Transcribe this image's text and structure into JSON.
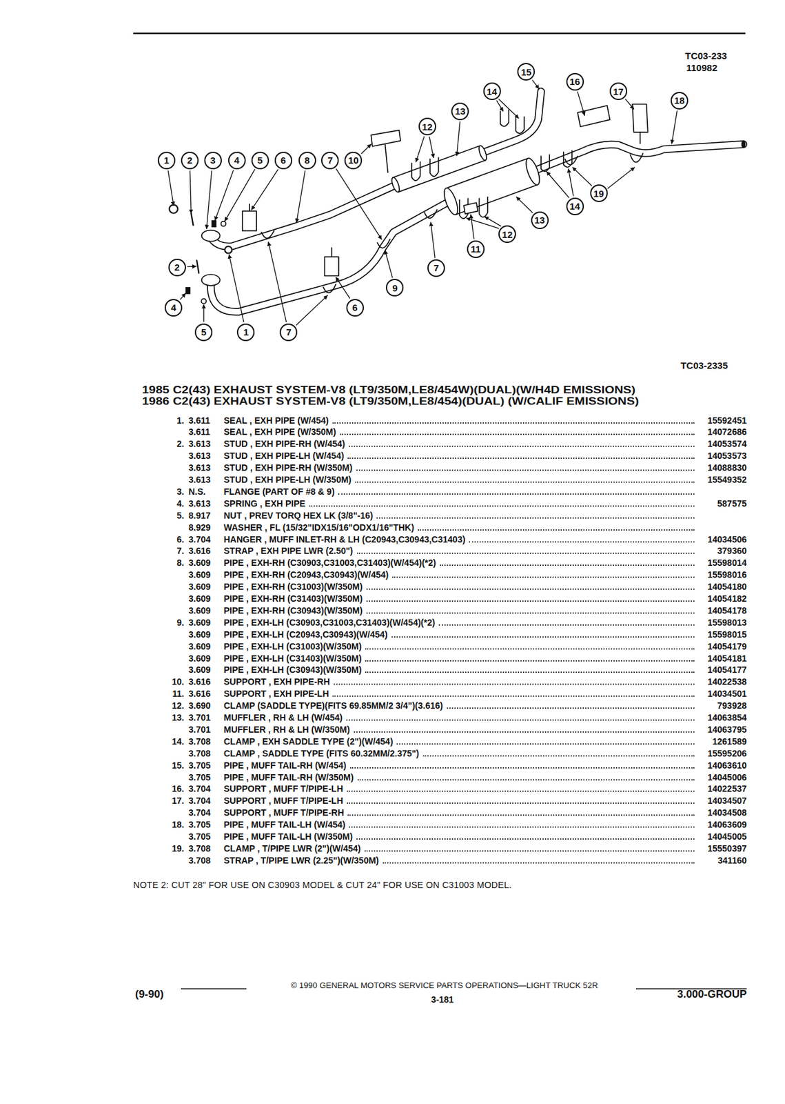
{
  "diagram": {
    "title": "1985 C2(43) EXHAUST SYSTEM-V8 (LT9/350M,LE8/454W)(DUAL)(W/H4D EMISSIONS)",
    "nodes": [
      {
        "text": [
          "15"
        ]
      },
      {
        "text": [
          "16"
        ]
      },
      {
        "text": [
          "14"
        ]
      },
      {
        "text": [
          "17"
        ]
      },
      {
        "text": [
          "18"
        ]
      },
      {
        "text": [
          "13"
        ]
      },
      {
        "text": [
          "12"
        ]
      },
      {
        "text": [
          "1"
        ]
      },
      {
        "text": [
          "2"
        ]
      },
      {
        "text": [
          "3"
        ]
      },
      {
        "text": [
          "4"
        ]
      },
      {
        "text": [
          "5"
        ]
      },
      {
        "text": [
          "6"
        ]
      },
      {
        "text": [
          "8"
        ]
      },
      {
        "text": [
          "7"
        ]
      },
      {
        "text": [
          "10"
        ]
      },
      {
        "text": [
          "19"
        ]
      },
      {
        "text": [
          "14"
        ]
      },
      {
        "text": [
          "13"
        ]
      },
      {
        "text": [
          "12"
        ]
      },
      {
        "text": [
          "11"
        ]
      },
      {
        "text": [
          "2"
        ]
      },
      {
        "text": [
          "7"
        ]
      },
      {
        "text": [
          "9"
        ]
      },
      {
        "text": [
          "4"
        ]
      },
      {
        "text": [
          "6"
        ]
      },
      {
        "text": [
          "5"
        ]
      },
      {
        "text": [
          "1"
        ]
      },
      {
        "text": [
          "7"
        ]
      }
    ],
    "labels": [
      "TC03-233",
      "110982",
      "TC03-2335",
      "1986 C2(43) EXHAUST SYSTEM-V8 (LT9/350M,LE8/454)(DUAL) (W/CALIF EMISSIONS)",
      "1.",
      "3.611",
      "SEAL , EXH PIPE (W/454)",
      "15592451",
      "3.611",
      "SEAL , EXH PIPE (W/350M)",
      "14072686",
      "2.",
      "3.613",
      "STUD , EXH PIPE-RH (W/454)",
      "14053574",
      "3.613",
      "STUD , EXH PIPE-LH (W/454)",
      "14053573",
      "3.613",
      "STUD , EXH PIPE-RH (W/350M)",
      "14088830",
      "3.613",
      "STUD , EXH PIPE-LH (W/350M)",
      "15549352",
      "3.",
      "N.S.",
      "FLANGE (PART OF #8 & 9)",
      "4.",
      "3.613",
      "SPRING , EXH PIPE",
      "587575",
      "5.",
      "8.917",
      "NUT , PREV TORQ HEX LK (3/8\"-16)",
      "8.929",
      "WASHER , FL (15/32\"IDX15/16\"ODX1/16\"THK)",
      "6.",
      "3.704",
      "HANGER , MUFF INLET-RH & LH (C20943,C30943,C31403)",
      "14034506",
      "7.",
      "3.616",
      "STRAP , EXH PIPE LWR (2.50\")",
      "379360",
      "8.",
      "3.609",
      "PIPE , EXH-RH (C30903,C31003,C31403)(W/454)(*2)",
      "15598014",
      "3.609",
      "PIPE , EXH-RH (C20943,C30943)(W/454)",
      "15598016",
      "3.609",
      "PIPE , EXH-RH (C31003)(W/350M)",
      "14054180",
      "3.609",
      "PIPE , EXH-RH (C31403)(W/350M)",
      "14054182",
      "3.609",
      "PIPE , EXH-RH (C30943)(W/350M)",
      "14054178",
      "9.",
      "3.609",
      "PIPE , EXH-LH (C30903,C31003,C31403)(W/454)(*2)",
      "15598013",
      "3.609",
      "PIPE , EXH-LH (C20943,C30943)(W/454)",
      "15598015",
      "3.609",
      "PIPE , EXH-LH (C31003)(W/350M)",
      "14054179",
      "3.609",
      "PIPE , EXH-LH (C31403)(W/350M)",
      "14054181",
      "3.609",
      "PIPE , EXH-LH (C30943)(W/350M)",
      "14054177",
      "10.",
      "3.616",
      "SUPPORT , EXH PIPE-RH",
      "14022538",
      "11.",
      "3.616",
      "SUPPORT , EXH PIPE-LH",
      "14034501",
      "12.",
      "3.690",
      "CLAMP (SADDLE TYPE)(FITS 69.85MM/2 3/4\")(3.616)",
      "793928",
      "13.",
      "3.701",
      "MUFFLER , RH & LH (W/454)",
      "14063854",
      "3.701",
      "MUFFLER , RH & LH (W/350M)",
      "14063795",
      "14.",
      "3.708",
      "CLAMP , EXH SADDLE TYPE (2\")(W/454)",
      "1261589",
      "3.708",
      "CLAMP , SADDLE TYPE (FITS 60.32MM/2.375\")",
      "15595206",
      "15.",
      "3.705",
      "PIPE , MUFF TAIL-RH (W/454)",
      "14063610",
      "3.705",
      "PIPE , MUFF TAIL-RH (W/350M)",
      "14045006",
      "16.",
      "3.704",
      "SUPPORT , MUFF T/PIPE-LH",
      "14022537",
      "17.",
      "3.704",
      "SUPPORT , MUFF T/PIPE-LH",
      "14034507",
      "3.704",
      "SUPPORT , MUFF T/PIPE-RH",
      "14034508",
      "18.",
      "3.705",
      "PIPE , MUFF TAIL-LH (W/454)",
      "14063609",
      "3.705",
      "PIPE , MUFF TAIL-LH (W/350M)",
      "14045005",
      "19.",
      "3.708",
      "CLAMP , T/PIPE LWR (2\")(W/454)",
      "15550397",
      "3.708",
      "STRAP , T/PIPE LWR (2.25\")(W/350M)",
      "341160",
      "NOTE 2: CUT 28\" FOR USE ON C30903 MODEL & CUT 24\" FOR USE ON C31003 MODEL.",
      "© 1990 GENERAL MOTORS SERVICE PARTS OPERATIONS—LIGHT TRUCK 52R",
      "(9-90)",
      "3-181",
      "3.000-GROUP"
    ]
  }
}
